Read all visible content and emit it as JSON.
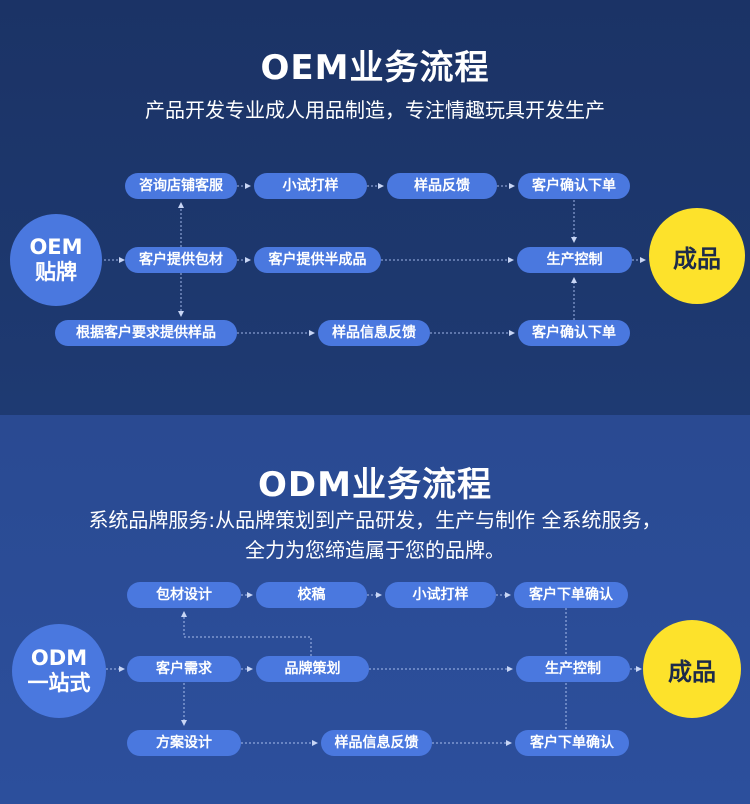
{
  "oem": {
    "title": "OEM业务流程",
    "subtitle": "产品开发专业成人用品制造，专注情趣玩具开发生产",
    "start_line1": "OEM",
    "start_line2": "贴牌",
    "end": "成品",
    "nodes": {
      "consult": "咨询店铺客服",
      "trial": "小试打样",
      "feedback": "样品反馈",
      "confirm_top": "客户确认下单",
      "materials": "客户提供包材",
      "semi": "客户提供半成品",
      "production": "生产控制",
      "sample_req": "根据客户要求提供样品",
      "sample_info": "样品信息反馈",
      "confirm_bottom": "客户确认下单"
    }
  },
  "odm": {
    "title": "ODM业务流程",
    "subtitle_line1": "系统品牌服务:从品牌策划到产品研发，生产与制作 全系统服务，",
    "subtitle_line2": "全力为您缔造属于您的品牌。",
    "start_line1": "ODM",
    "start_line2": "一站式",
    "end": "成品",
    "nodes": {
      "pack_design": "包材设计",
      "draft": "校稿",
      "trial": "小试打样",
      "order_top": "客户下单确认",
      "needs": "客户需求",
      "brand_plan": "品牌策划",
      "production": "生产控制",
      "plan_design": "方案设计",
      "sample_info": "样品信息反馈",
      "order_bottom": "客户下单确认"
    }
  },
  "colors": {
    "pill": "#4a78df",
    "end_circle": "#fde22b",
    "oem_bg": "#1e3a72",
    "odm_bg": "#2c4f9c"
  }
}
